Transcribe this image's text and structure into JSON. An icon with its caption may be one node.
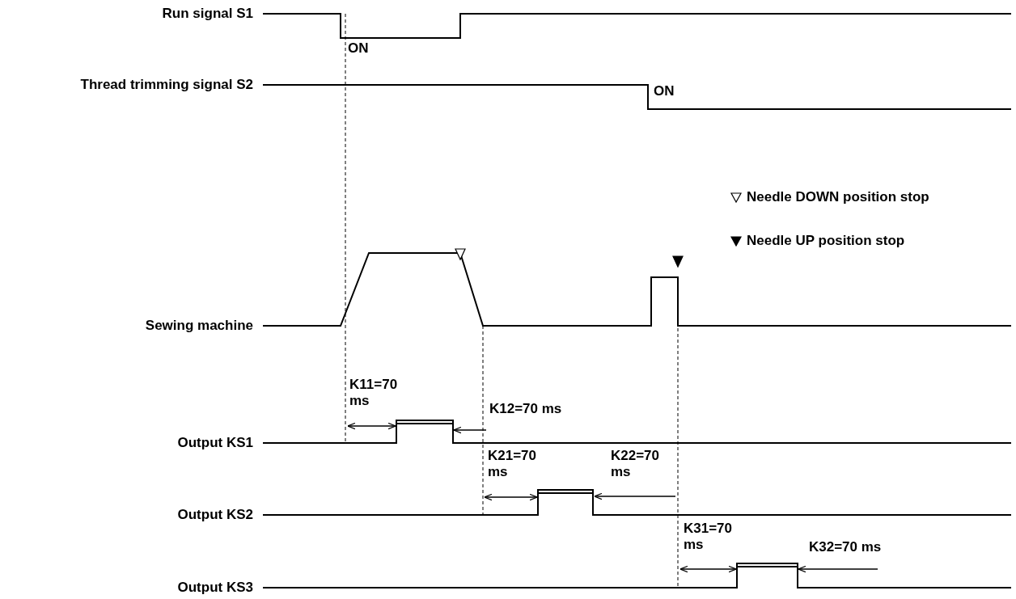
{
  "diagram": {
    "labels": [
      "Run signal S1",
      "ON",
      "Thread trimming signal S2",
      "ON",
      "Sewing machine",
      "K11=70 ms",
      "K12=70 ms",
      "Output KS1",
      "K21=70 ms",
      "K22=70 ms",
      "Output KS2",
      "K31=70 ms",
      "K32=70 ms",
      "Output KS3"
    ],
    "legend": [
      {
        "text": "Needle DOWN position stop"
      },
      {
        "text": "Needle UP position stop"
      }
    ]
  }
}
